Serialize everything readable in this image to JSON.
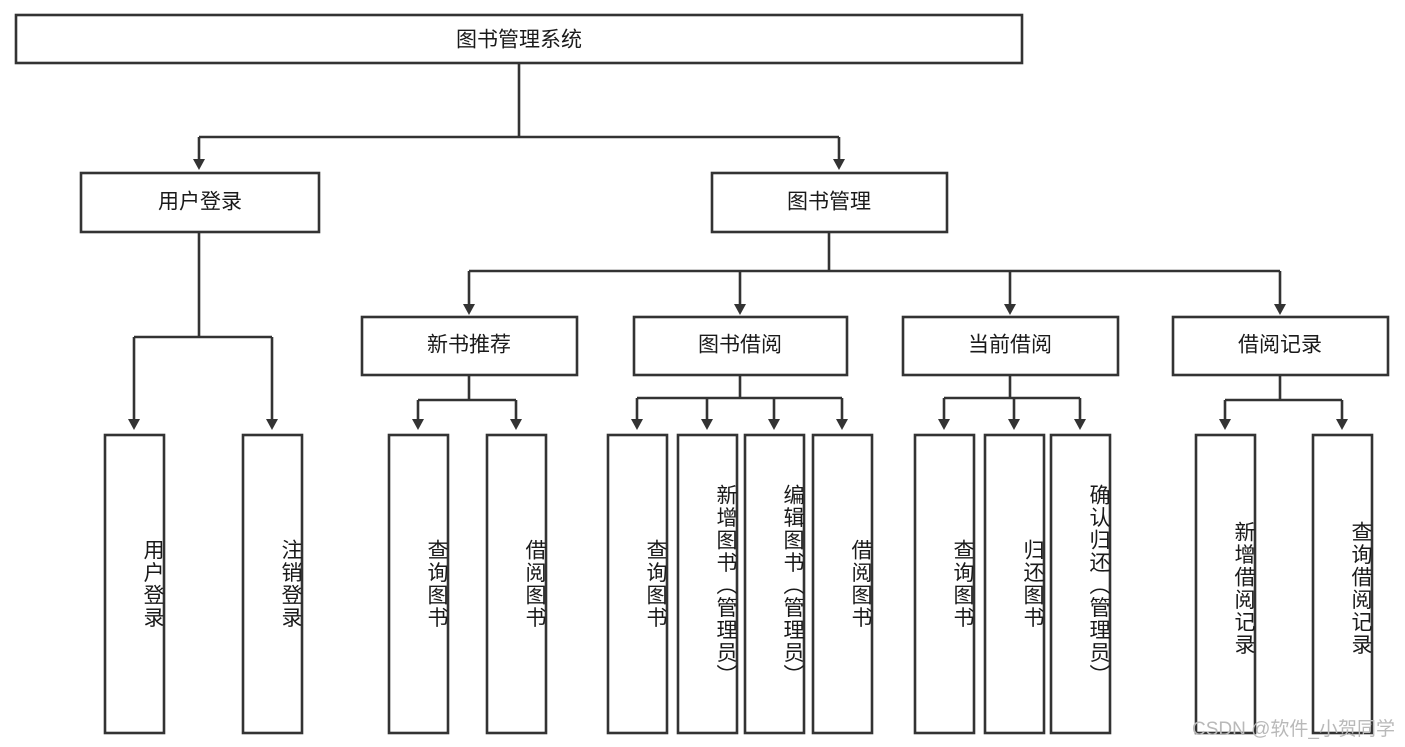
{
  "diagram": {
    "title": "图书管理系统",
    "type": "tree-hierarchy-diagram",
    "watermark": "CSDN @软件_小贺同学",
    "colors": {
      "stroke": "#333333",
      "fill": "#ffffff",
      "text": "#1a1a1a",
      "watermark": "#b9b9b9",
      "background": "#ffffff"
    },
    "root": {
      "label": "图书管理系统"
    },
    "level1": [
      {
        "label": "用户登录"
      },
      {
        "label": "图书管理"
      }
    ],
    "level2": [
      {
        "label": "新书推荐"
      },
      {
        "label": "图书借阅"
      },
      {
        "label": "当前借阅"
      },
      {
        "label": "借阅记录"
      }
    ],
    "leaves": {
      "user_login": [
        {
          "label": "用户登录"
        },
        {
          "label": "注销登录"
        }
      ],
      "new_book_recommend": [
        {
          "label": "查询图书"
        },
        {
          "label": "借阅图书"
        }
      ],
      "book_borrow": [
        {
          "label": "查询图书"
        },
        {
          "label": "新增图书（管理员）"
        },
        {
          "label": "编辑图书（管理员）"
        },
        {
          "label": "借阅图书"
        }
      ],
      "current_borrow": [
        {
          "label": "查询图书"
        },
        {
          "label": "归还图书"
        },
        {
          "label": "确认归还（管理员）"
        }
      ],
      "borrow_record": [
        {
          "label": "新增借阅记录"
        },
        {
          "label": "查询借阅记录"
        }
      ]
    }
  }
}
